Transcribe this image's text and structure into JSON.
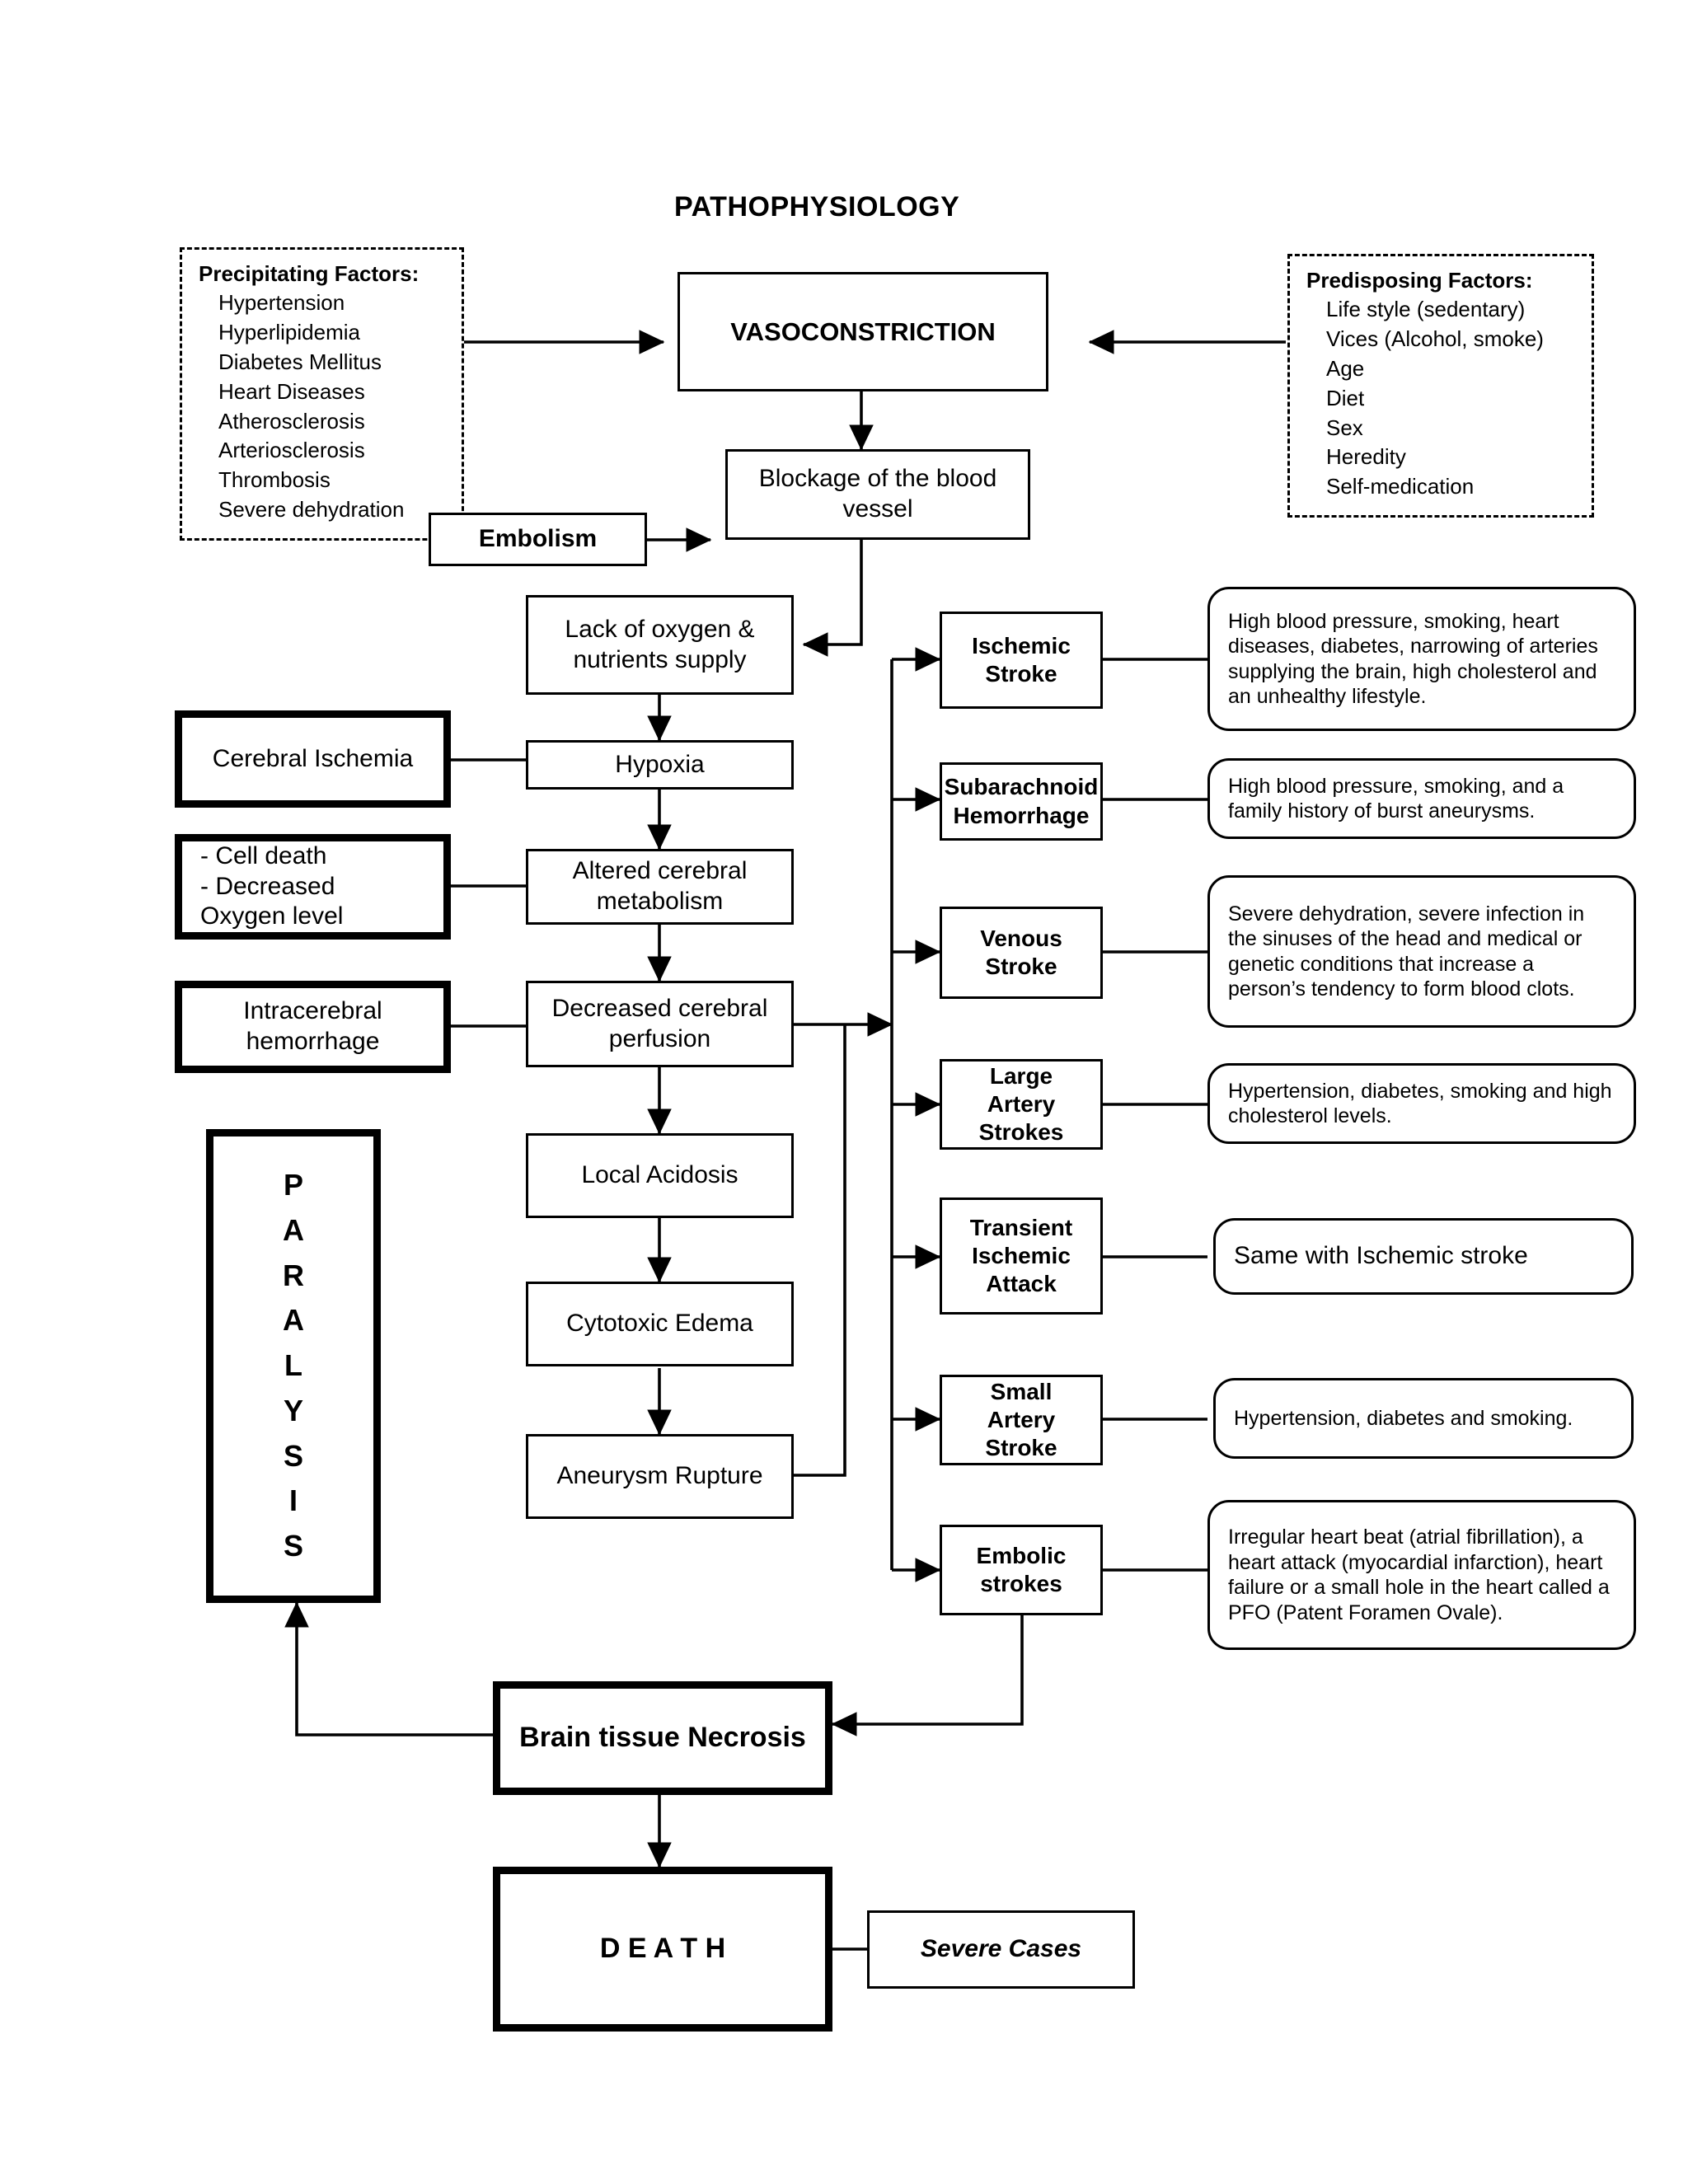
{
  "title": "PATHOPHYSIOLOGY",
  "precipitating": {
    "heading": "Precipitating Factors:",
    "items": [
      "Hypertension",
      "Hyperlipidemia",
      "Diabetes Mellitus",
      "Heart Diseases",
      "Atherosclerosis",
      "Arteriosclerosis",
      "Thrombosis",
      "Severe dehydration"
    ]
  },
  "predisposing": {
    "heading": "Predisposing Factors:",
    "items": [
      "Life style (sedentary)",
      "Vices (Alcohol, smoke)",
      "Age",
      "Diet",
      "Sex",
      "Heredity",
      "Self-medication"
    ]
  },
  "flow": {
    "vasoconstriction": "VASOCONSTRICTION",
    "blockage": "Blockage of the blood vessel",
    "embolism": "Embolism",
    "lack_oxygen": "Lack of oxygen & nutrients supply",
    "hypoxia": "Hypoxia",
    "altered_metabolism": "Altered cerebral metabolism",
    "decreased_perfusion": "Decreased cerebral perfusion",
    "local_acidosis": "Local Acidosis",
    "cytotoxic_edema": "Cytotoxic Edema",
    "aneurysm_rupture": "Aneurysm Rupture",
    "necrosis": "Brain tissue Necrosis",
    "death": "D E A T H",
    "severe_cases": "Severe Cases"
  },
  "side": {
    "cerebral_ischemia": "Cerebral Ischemia",
    "cell_death": "- Cell death\n- Decreased\n  Oxygen level",
    "cell_death_lines": [
      "- Cell death",
      "- Decreased",
      "   Oxygen level"
    ],
    "intracerebral_hemorrhage": "Intracerebral hemorrhage",
    "paralysis_letters": [
      "P",
      "A",
      "R",
      "A",
      "L",
      "Y",
      "S",
      "I",
      "S"
    ]
  },
  "strokes": [
    {
      "name": "Ischemic Stroke",
      "desc": "High blood pressure, smoking, heart diseases, diabetes, narrowing of arteries supplying the brain, high cholesterol and an unhealthy lifestyle."
    },
    {
      "name": "Subarachnoid Hemorrhage",
      "desc": "High blood pressure, smoking, and a family history of burst aneurysms."
    },
    {
      "name": "Venous Stroke",
      "desc": "Severe dehydration, severe infection in the sinuses of the head and medical or genetic conditions that increase a person’s tendency to form blood clots."
    },
    {
      "name": "Large Artery Strokes",
      "desc": "Hypertension, diabetes, smoking and high cholesterol levels."
    },
    {
      "name": "Transient Ischemic Attack",
      "desc": "Same with Ischemic stroke"
    },
    {
      "name": "Small Artery Stroke",
      "desc": "Hypertension, diabetes and smoking."
    },
    {
      "name": "Embolic strokes",
      "desc": "Irregular heart beat (atrial fibrillation), a heart attack (myocardial infarction), heart failure or a small hole in the heart called a PFO (Patent Foramen Ovale)."
    }
  ],
  "colors": {
    "line": "#000000",
    "paper": "#ffffff"
  }
}
